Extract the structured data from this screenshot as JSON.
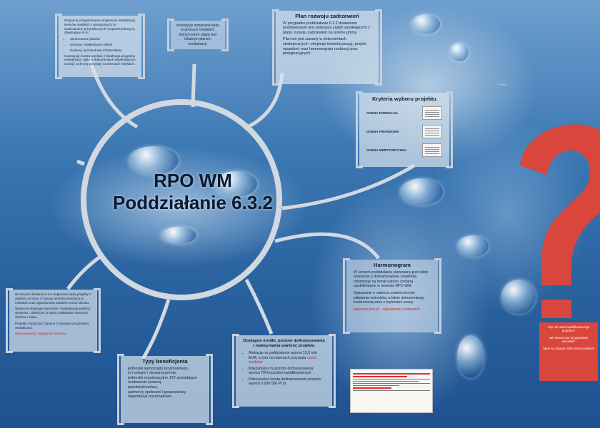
{
  "title": {
    "line1": "RPO WM",
    "line2": "Poddziałanie 6.3.2"
  },
  "colors": {
    "background": "#3c78b3",
    "frame": "#c6cfda",
    "accent_red": "#d9463c"
  },
  "boxes": {
    "top_left": {
      "p1": "Wsparcie przygotowanie programów rewitalizacji terenów miejskich i powiązanych ze zwalczaniem przyrodniczych i poprzemysłowych, obejmujące m.in.:",
      "items": [
        "opracowanie planów",
        "ochronę i zwiększanie zieleni",
        "budowę i przebudowę infrastruktury"
      ],
      "p2": "Inwestycje muszą wynikać z lokalnego programu rewitalizacji, ujęte w dokumentach wspierających rozwój i ochronę przyrody na terenach miejskich."
    },
    "top_center": {
      "text": "Inwestycje wspierane będą w gminach miejskich, których teren objęty jest lokalnym planem rewitalizacji."
    },
    "plan": {
      "heading": "Plan rozwoju zadrzewień",
      "p1": "W przypadku poddziałania 6.3.2 działaniem podstawowym jest realizacja zadań wynikających z planu rozwoju zadrzewień na terenie gminy.",
      "p2": "Plan ten jest zawarty w dokumentach strategicznych i obejmuje inwentaryzację, projekt nasadzeń oraz harmonogram realizacji prac pielęgnacyjnych."
    },
    "criteria": {
      "heading": "Kryteria wyboru projektu",
      "rows": [
        "OCENA FORMALNA",
        "OCENA FINANSOWA",
        "OCENA MERYTORYCZNA"
      ]
    },
    "schedule": {
      "heading": "Harmonogram",
      "p1": "W ramach poddziałania planowany jest nabór wniosków o dofinansowanie projektów. Informacje na temat naboru zostaną opublikowane w serwisie RPO WM.",
      "p2": "Ogłoszenie o naborze zawiera termin składania wniosków, a także dokumentację konkursową wraz z kryteriami oceny.",
      "link": "www.rpo.wm.pl – ogłoszenia o naborach"
    },
    "left": {
      "p1": "W ramach działania 6.3.2 wspierane będą projekty z zakresu ochrony i rozwoju terenów zielonych w miastach oraz ograniczania skutków zmian klimatu.",
      "p2": "Wsparcie obejmuje tworzenie i rewitalizację parków, skwerów i zieleńców, a także zakładanie zielonych dachów i ścian.",
      "p3": "Projekty muszą być zgodne z lokalnym programem rewitalizacji.",
      "link": "dokumentacja i regulamin konkursu"
    },
    "beneficiaries": {
      "heading": "Typy beneficjenta",
      "items": [
        "jednostki samorządu terytorialnego,",
        "ich związki i stowarzyszenia,",
        "jednostki organizacyjne JST posiadające osobowość prawną,",
        "przedsiębiorstwa,",
        "partnerzy społeczni i gospodarczy,",
        "organizacje pozarządowe."
      ]
    },
    "funding": {
      "heading": "Dostępne środki, poziom dofinansowania i maksymalna wartość projektu",
      "items": [
        "Alokacja na poddziałanie wynosi 15,0 mln EUR, w tym na naborach przypada",
        "Maksymalny % poziom dofinansowania wynosi 70% kosztów kwalifikowalnych",
        "Maksymalna kwota dofinansowania projektu wynosi 3 000 000 PLN."
      ],
      "red": "część środków"
    }
  },
  "red_note": {
    "p1": "Czy nie mam kwalifikowanego projektu?",
    "p2": "Jak skutecznie przygotować wniosek?",
    "p3": "Jakie są zasady rozliczania projektu?"
  },
  "side_note": "© RPO"
}
